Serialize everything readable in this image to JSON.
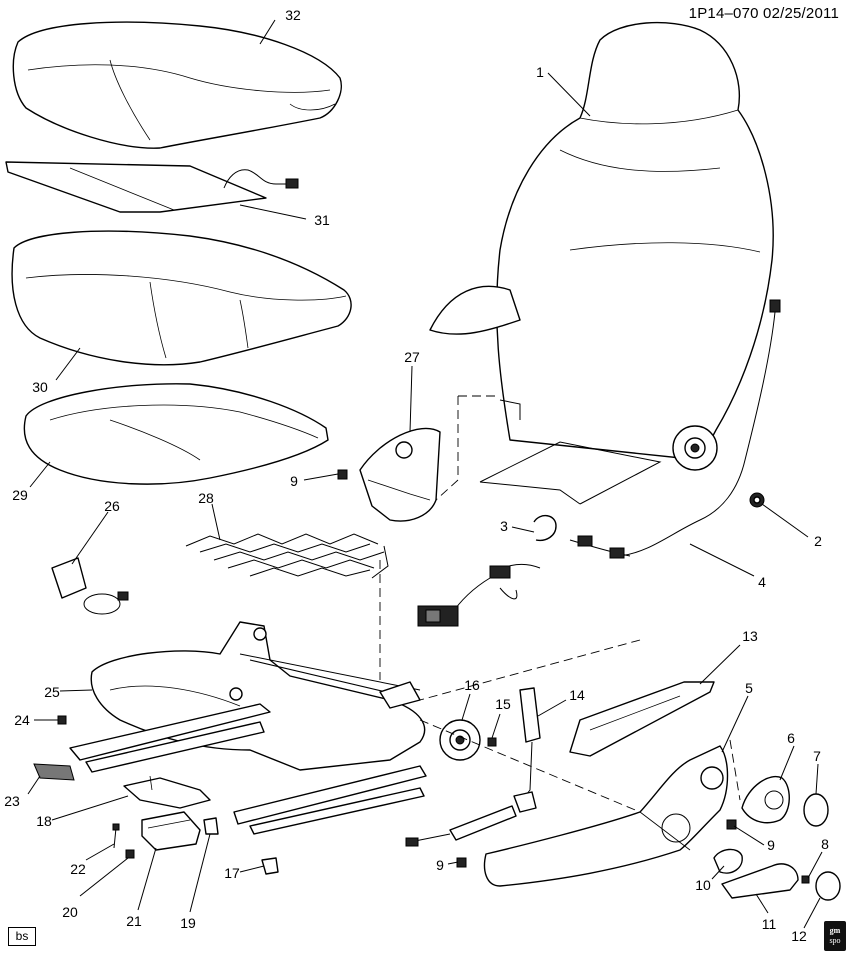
{
  "header": {
    "diagram_code": "1P14–070  02/25/2011"
  },
  "footer": {
    "bs_label": "bs",
    "badge_line1": "gm",
    "badge_line2": "spo"
  },
  "callouts": [
    {
      "id": "callout-1",
      "label": "1"
    },
    {
      "id": "callout-2",
      "label": "2"
    },
    {
      "id": "callout-3",
      "label": "3"
    },
    {
      "id": "callout-4",
      "label": "4"
    },
    {
      "id": "callout-5",
      "label": "5"
    },
    {
      "id": "callout-6",
      "label": "6"
    },
    {
      "id": "callout-7",
      "label": "7"
    },
    {
      "id": "callout-8",
      "label": "8"
    },
    {
      "id": "callout-9a",
      "label": "9"
    },
    {
      "id": "callout-9b",
      "label": "9"
    },
    {
      "id": "callout-9c",
      "label": "9"
    },
    {
      "id": "callout-10",
      "label": "10"
    },
    {
      "id": "callout-11",
      "label": "11"
    },
    {
      "id": "callout-12",
      "label": "12"
    },
    {
      "id": "callout-13",
      "label": "13"
    },
    {
      "id": "callout-14",
      "label": "14"
    },
    {
      "id": "callout-15",
      "label": "15"
    },
    {
      "id": "callout-16",
      "label": "16"
    },
    {
      "id": "callout-17",
      "label": "17"
    },
    {
      "id": "callout-18",
      "label": "18"
    },
    {
      "id": "callout-19",
      "label": "19"
    },
    {
      "id": "callout-20",
      "label": "20"
    },
    {
      "id": "callout-21",
      "label": "21"
    },
    {
      "id": "callout-22",
      "label": "22"
    },
    {
      "id": "callout-23",
      "label": "23"
    },
    {
      "id": "callout-24",
      "label": "24"
    },
    {
      "id": "callout-25",
      "label": "25"
    },
    {
      "id": "callout-26",
      "label": "26"
    },
    {
      "id": "callout-27",
      "label": "27"
    },
    {
      "id": "callout-28",
      "label": "28"
    },
    {
      "id": "callout-29",
      "label": "29"
    },
    {
      "id": "callout-30",
      "label": "30"
    },
    {
      "id": "callout-31",
      "label": "31"
    },
    {
      "id": "callout-32",
      "label": "32"
    }
  ]
}
